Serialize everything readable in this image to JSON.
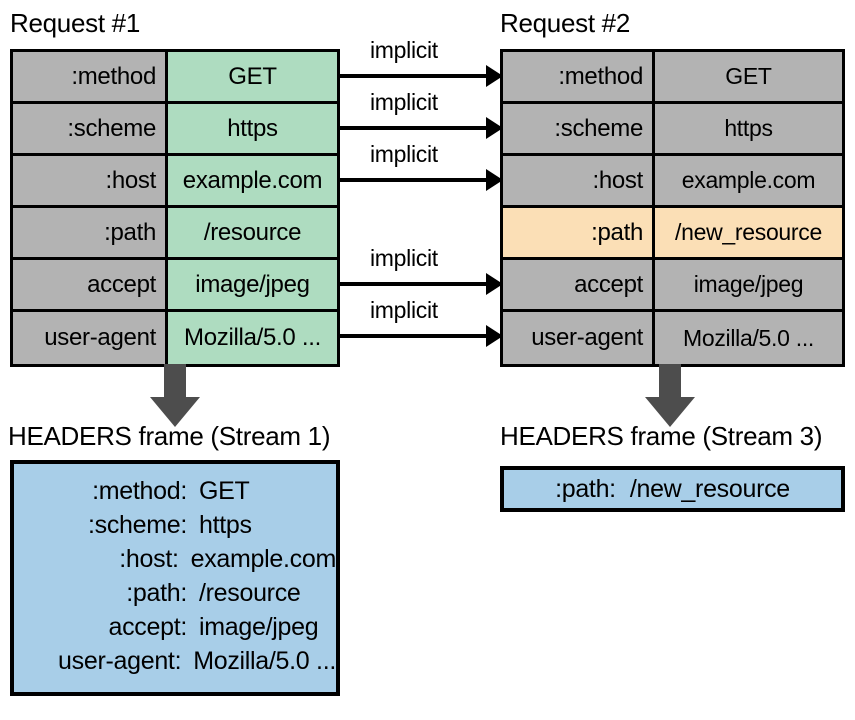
{
  "diagram": {
    "title_request_1": "Request #1",
    "title_request_2": "Request #2",
    "caption_frame_1": "HEADERS frame (Stream 1)",
    "caption_frame_2": "HEADERS frame (Stream 3)",
    "implicit_label": "implicit",
    "colors": {
      "header_name_cell": "#b3b3b3",
      "unchanged_value_cell": "#b3b3b3",
      "new_value_cell": "#aedcc0",
      "changed_value_cell": "#fbdfb6",
      "frame_background": "#a8cee8",
      "arrow_gray": "#4d4d4d",
      "border": "#000000"
    }
  },
  "request_1": {
    "rows": [
      {
        "name": ":method",
        "value": "GET",
        "name_color": "gray",
        "value_color": "green"
      },
      {
        "name": ":scheme",
        "value": "https",
        "name_color": "gray",
        "value_color": "green"
      },
      {
        "name": ":host",
        "value": "example.com",
        "name_color": "gray",
        "value_color": "green"
      },
      {
        "name": ":path",
        "value": "/resource",
        "name_color": "gray",
        "value_color": "green"
      },
      {
        "name": "accept",
        "value": "image/jpeg",
        "name_color": "gray",
        "value_color": "green"
      },
      {
        "name": "user-agent",
        "value": "Mozilla/5.0 ...",
        "name_color": "gray",
        "value_color": "green"
      }
    ]
  },
  "request_2": {
    "rows": [
      {
        "name": ":method",
        "value": "GET",
        "name_color": "gray",
        "value_color": "gray"
      },
      {
        "name": ":scheme",
        "value": "https",
        "name_color": "gray",
        "value_color": "gray"
      },
      {
        "name": ":host",
        "value": "example.com",
        "name_color": "gray",
        "value_color": "gray"
      },
      {
        "name": ":path",
        "value": "/new_resource",
        "name_color": "orange",
        "value_color": "orange"
      },
      {
        "name": "accept",
        "value": "image/jpeg",
        "name_color": "gray",
        "value_color": "gray"
      },
      {
        "name": "user-agent",
        "value": "Mozilla/5.0 ...",
        "name_color": "gray",
        "value_color": "gray"
      }
    ]
  },
  "implicit_arrows": [
    {
      "label": "implicit",
      "row": ":method"
    },
    {
      "label": "implicit",
      "row": ":scheme"
    },
    {
      "label": "implicit",
      "row": ":host"
    },
    {
      "label": "implicit",
      "row": "accept"
    },
    {
      "label": "implicit",
      "row": "user-agent"
    }
  ],
  "headers_frame_1": {
    "caption": "HEADERS frame (Stream 1)",
    "entries": [
      {
        "key": ":method:",
        "value": "GET"
      },
      {
        "key": ":scheme:",
        "value": "https"
      },
      {
        "key": ":host:",
        "value": "example.com"
      },
      {
        "key": ":path:",
        "value": "/resource"
      },
      {
        "key": "accept:",
        "value": "image/jpeg"
      },
      {
        "key": "user-agent:",
        "value": "Mozilla/5.0 ..."
      }
    ]
  },
  "headers_frame_2": {
    "caption": "HEADERS frame (Stream 3)",
    "entries": [
      {
        "key": ":path:",
        "value": "/new_resource"
      }
    ]
  }
}
